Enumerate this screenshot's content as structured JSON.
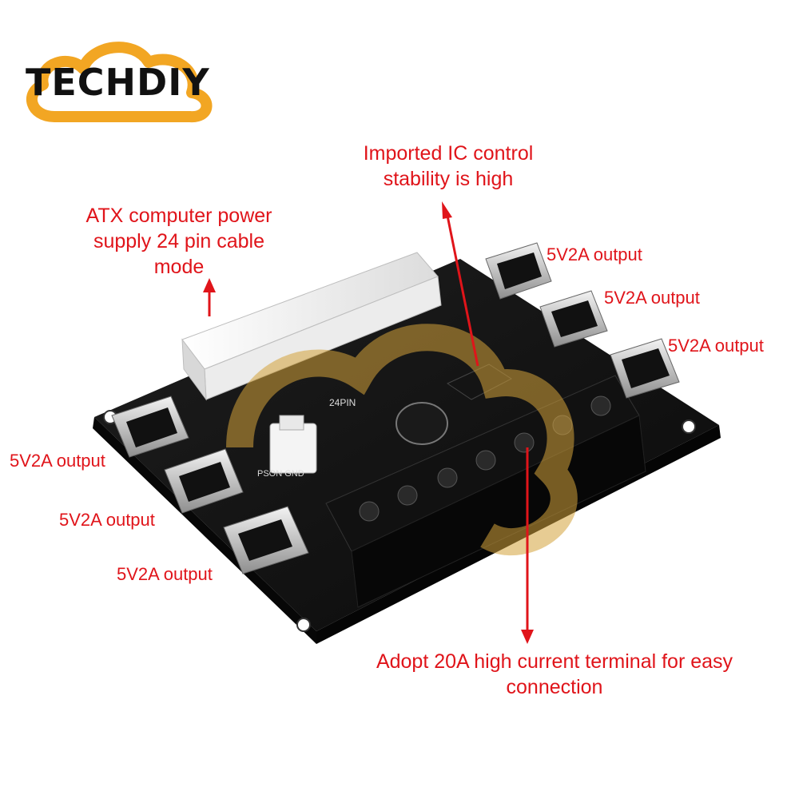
{
  "brand": {
    "name": "TECHDIY",
    "colors": {
      "logo_text": "#111111",
      "logo_cloud": "#f2a623"
    }
  },
  "callouts": {
    "ic_line1": "Imported IC control",
    "ic_line2": "stability is high",
    "atx_line1": "ATX computer power",
    "atx_line2": "supply 24 pin cable",
    "atx_line3": "mode",
    "terminal_line1": "Adopt 20A high current terminal for easy",
    "terminal_line2": "connection"
  },
  "outputs": [
    "5V2A output",
    "5V2A output",
    "5V2A output",
    "5V2A output",
    "5V2A output",
    "5V2A output"
  ],
  "board_labels": {
    "connector": "24PIN",
    "psu_pins": "PSON GND"
  },
  "accent_color": "#e0141a"
}
